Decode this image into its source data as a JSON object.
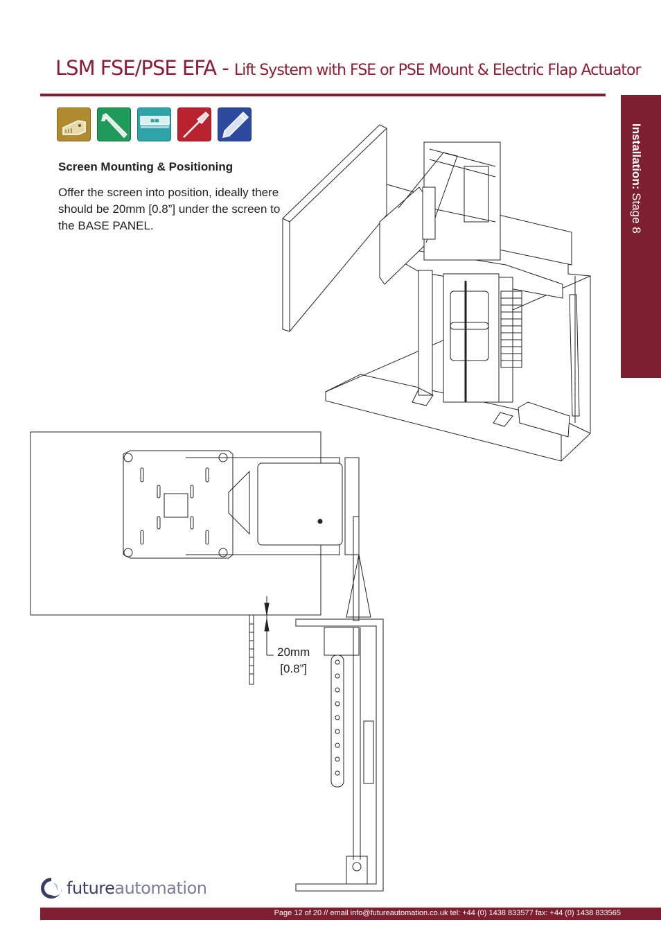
{
  "header": {
    "title_main": "LSM FSE/PSE EFA - ",
    "title_sub": "Lift System with FSE or PSE Mount & Electric Flap Actuator"
  },
  "side_tab": {
    "label_bold": "Installation:",
    "label_rest": " Stage 8"
  },
  "tools": [
    {
      "name": "tape-measure-icon",
      "color": "#b08a2e"
    },
    {
      "name": "allen-key-icon",
      "color": "#1f9a5a"
    },
    {
      "name": "spirit-level-icon",
      "color": "#2ea3a8"
    },
    {
      "name": "screwdriver-icon",
      "color": "#b8232f"
    },
    {
      "name": "pencil-icon",
      "color": "#2e4aa0"
    }
  ],
  "content": {
    "heading": "Screen Mounting & Positioning",
    "body": "Offer the screen into position, ideally there should be 20mm [0.8”] under the screen to the BASE PANEL."
  },
  "dimension": {
    "line1": "20mm",
    "line2": "[0.8”]"
  },
  "logo": {
    "word1": "future",
    "word2": "automation"
  },
  "footer": {
    "text": "Page 12 of 20 // email info@futureautomation.co.uk  tel: +44 (0) 1438 833577  fax: +44 (0) 1438 833565"
  },
  "colors": {
    "brand": "#7d1f31",
    "title": "#8b1d35"
  }
}
